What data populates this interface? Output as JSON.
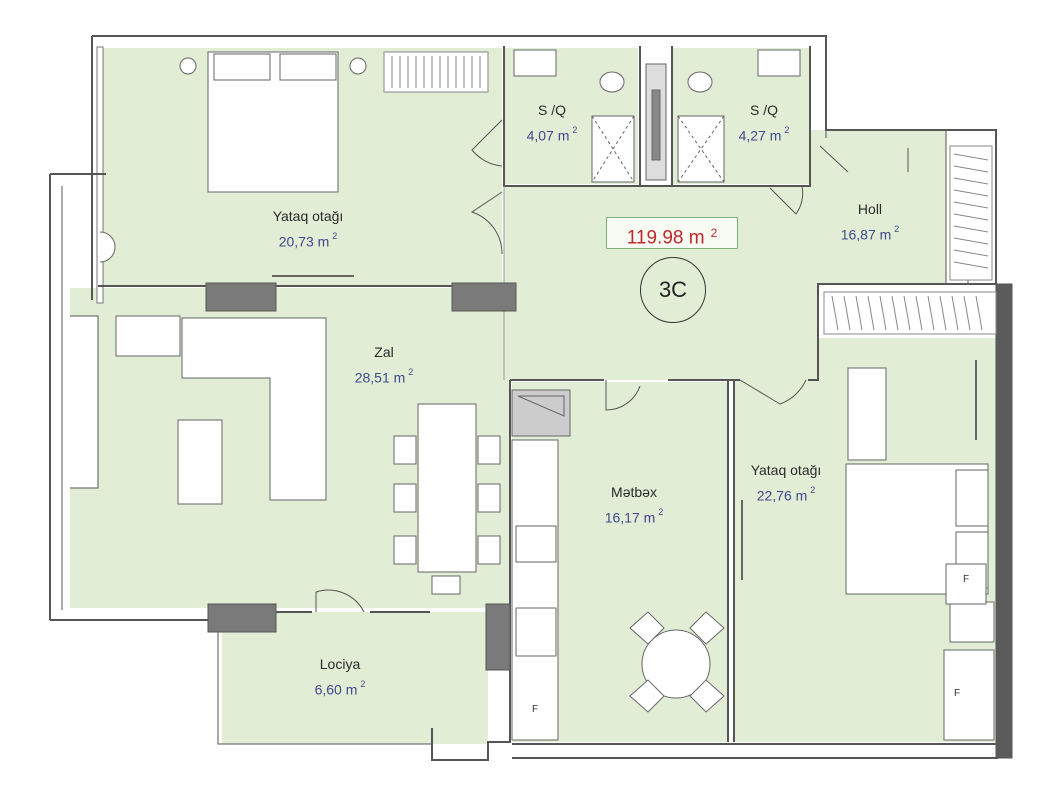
{
  "plan": {
    "total_area_value": "119.98 m",
    "total_area_sup": "2",
    "unit_code": "3C",
    "colors": {
      "room_fill": "#e2edd6",
      "wall": "#555555",
      "column": "#7a7a7a",
      "area_text": "#3e4a8c",
      "total_text": "#c0282a"
    },
    "rooms": [
      {
        "key": "bedroom1",
        "name": "Yataq otağı",
        "area": "20,73 m",
        "sup": "2"
      },
      {
        "key": "bath1",
        "name": "S /Q",
        "area": "4,07 m",
        "sup": "2"
      },
      {
        "key": "bath2",
        "name": "S /Q",
        "area": "4,27 m",
        "sup": "2"
      },
      {
        "key": "hall",
        "name": "Holl",
        "area": "16,87 m",
        "sup": "2"
      },
      {
        "key": "living",
        "name": "Zal",
        "area": "28,51 m",
        "sup": "2"
      },
      {
        "key": "kitchen",
        "name": "Mətbəx",
        "area": "16,17 m",
        "sup": "2"
      },
      {
        "key": "bedroom2",
        "name": "Yataq otağı",
        "area": "22,76 m",
        "sup": "2"
      },
      {
        "key": "loggia",
        "name": "Lociya",
        "area": "6,60 m",
        "sup": "2"
      }
    ],
    "appliance_marks": [
      "F",
      "F",
      "F"
    ]
  }
}
